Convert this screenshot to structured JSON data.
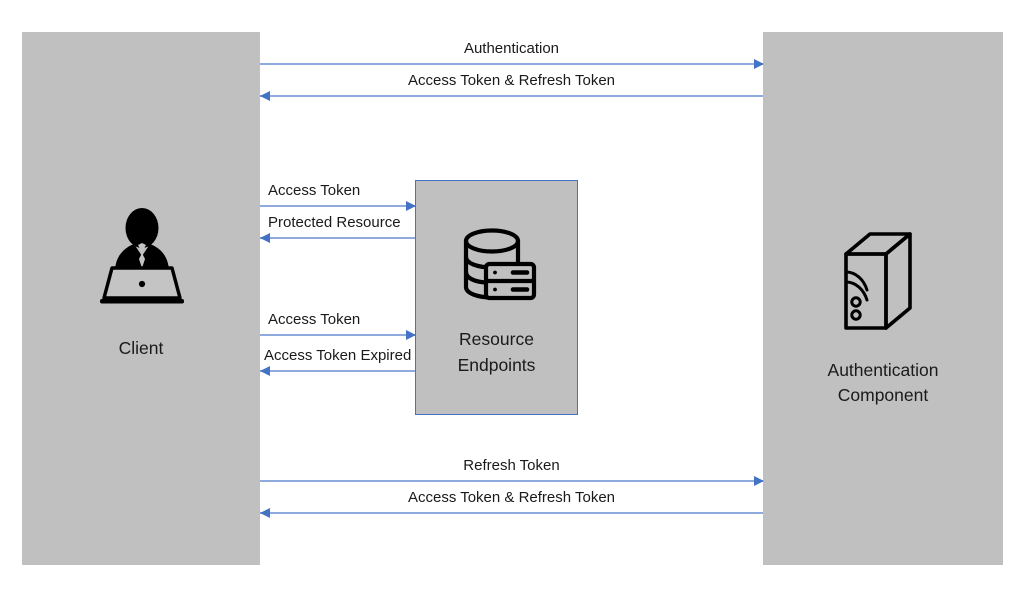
{
  "diagram": {
    "type": "sequence-diagram",
    "title": "OAuth token flow between Client, Resource Endpoints and Authentication Component",
    "colors": {
      "band_fill": "#c0c0c0",
      "box_fill": "#c0c0c0",
      "box_border": "#4472c4",
      "arrow_line": "#8faadc",
      "arrow_head": "#4472c4",
      "text": "#1a1a1a",
      "background": "#ffffff"
    }
  },
  "participants": {
    "client": {
      "label": "Client",
      "icon": "person-at-laptop-icon"
    },
    "resource": {
      "label": "Resource\nEndpoints",
      "icon": "database-server-icon"
    },
    "auth": {
      "label": "Authentication\nComponent",
      "icon": "server-tower-icon"
    }
  },
  "messages": [
    {
      "id": "m1",
      "label": "Authentication",
      "from": "client",
      "to": "auth",
      "direction": "right"
    },
    {
      "id": "m2",
      "label": "Access Token & Refresh Token",
      "from": "auth",
      "to": "client",
      "direction": "left"
    },
    {
      "id": "m3",
      "label": "Access Token",
      "from": "client",
      "to": "resource",
      "direction": "right"
    },
    {
      "id": "m4",
      "label": "Protected Resource",
      "from": "resource",
      "to": "client",
      "direction": "left"
    },
    {
      "id": "m5",
      "label": "Access Token",
      "from": "client",
      "to": "resource",
      "direction": "right"
    },
    {
      "id": "m6",
      "label": "Access Token Expired",
      "from": "resource",
      "to": "client",
      "direction": "left"
    },
    {
      "id": "m7",
      "label": "Refresh Token",
      "from": "client",
      "to": "auth",
      "direction": "right"
    },
    {
      "id": "m8",
      "label": "Access Token & Refresh Token",
      "from": "auth",
      "to": "client",
      "direction": "left"
    }
  ]
}
